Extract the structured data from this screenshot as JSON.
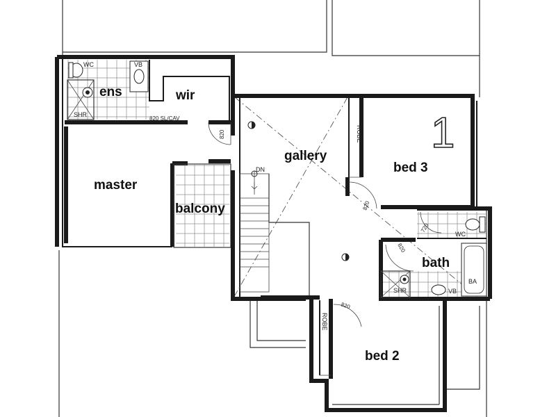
{
  "rooms": {
    "ens": "ens",
    "wir": "wir",
    "master": "master",
    "balcony": "balcony",
    "gallery": "gallery",
    "bed3": "bed 3",
    "bath": "bath",
    "bed2": "bed 2"
  },
  "fixtures": {
    "wc_top": "WC",
    "vb_top": "VB",
    "shr_top": "SHR",
    "door_sl_cav": "820 SL/CAV",
    "door_gallery": "820",
    "dn": "DN",
    "robe_bed3": "ROBE",
    "door_bed3": "820",
    "door_bath_wc": "720",
    "wc_bath": "WC",
    "door_bath": "820",
    "shr_bath": "SHR",
    "vb_bath": "VB",
    "ba_bath": "BA",
    "robe_bed2": "ROBE",
    "door_bed2": "820"
  },
  "level_marker": "1"
}
